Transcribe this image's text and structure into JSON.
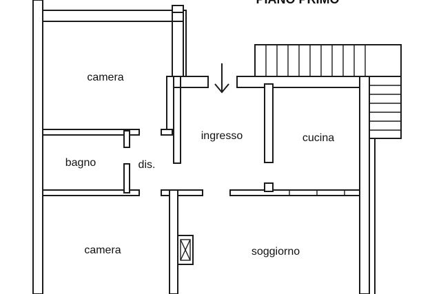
{
  "plan_title": "PIANO PRIMO",
  "rooms": {
    "camera_top": "camera",
    "bagno": "bagno",
    "dis": "dis.",
    "ingresso": "ingresso",
    "cucina": "cucina",
    "camera_bottom": "camera",
    "soggiorno": "soggiorno"
  },
  "icons": {
    "entry": "entry-arrow-icon",
    "chimney": "chimney-icon",
    "stairs": "stairs-icon"
  }
}
